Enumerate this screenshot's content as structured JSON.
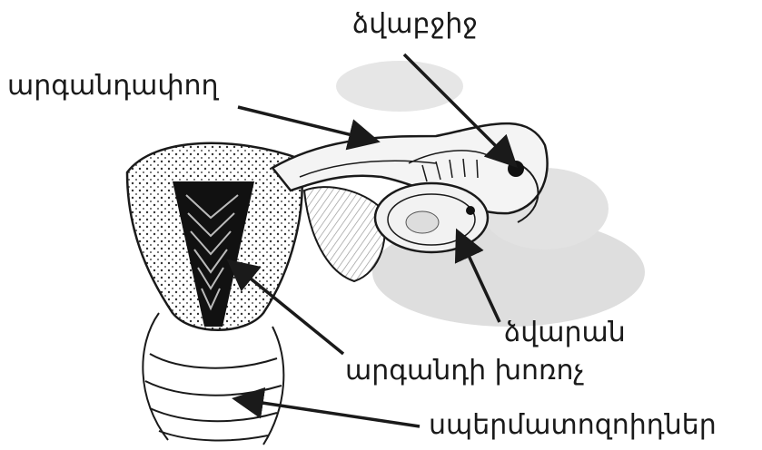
{
  "labels": {
    "egg": "ձվաբջիջ",
    "oviduct": "արգանդափող",
    "ovary": "ձվարան",
    "uterus_cavity": "արգանդի խոռոչ",
    "sperm": "սպերմատոզոիդներ"
  },
  "colors": {
    "ink": "#1a1a1a",
    "background": "#ffffff",
    "shading": "#d9d9d9"
  }
}
